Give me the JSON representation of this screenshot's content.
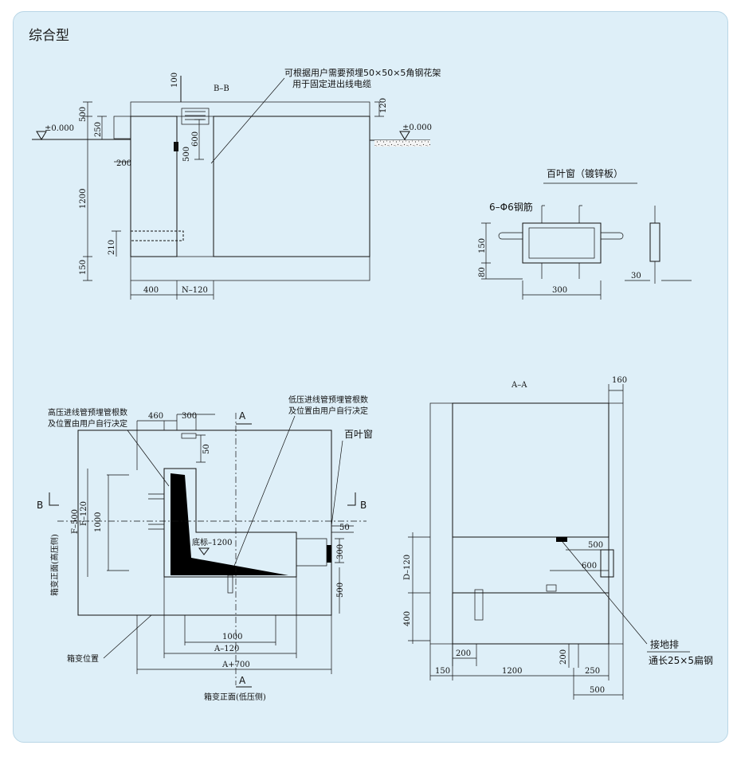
{
  "title": "综合型",
  "section_bb": {
    "label": "B–B",
    "note_line1": "可根据用户需要预埋50×50×5角钢花架",
    "note_line2": "用于固定进出线电缆",
    "level_left": "±0.000",
    "level_right": "±0.000",
    "dims": {
      "d100": "100",
      "d500": "500",
      "d250": "250",
      "d1200": "1200",
      "d200": "200",
      "d210": "210",
      "d150": "150",
      "d600": "600",
      "d500b": "500",
      "d120": "120",
      "d400": "400",
      "dN120": "N–120"
    }
  },
  "louver": {
    "title": "百叶窗（镀锌板）",
    "rebar": "6–Φ6钢筋",
    "d150": "150",
    "d80": "80",
    "d300": "300",
    "d30": "30"
  },
  "plan": {
    "note_left_1": "高压进线管预埋管根数",
    "note_left_2": "及位置由用户自行决定",
    "note_right_1": "低压进线管预埋管根数",
    "note_right_2": "及位置由用户自行决定",
    "louver_label": "百叶窗",
    "pit_label": "底标–1200",
    "box_label": "箱变位置",
    "front_high": "箱变正面(高压侧)",
    "front_low": "箱变正面(低压侧)",
    "A": "A",
    "B": "B",
    "dims": {
      "d460": "460",
      "d300": "300",
      "d50": "50",
      "dF500": "F–500",
      "dF120": "F–120",
      "d1000v": "1000",
      "d50b": "50",
      "d300b": "300",
      "d500": "500",
      "d1000": "1000",
      "dA120": "A–120",
      "dA700": "A+700"
    }
  },
  "section_aa": {
    "label": "A–A",
    "ground_label": "接地排",
    "ground_steel": "通长25×5扁钢",
    "dims": {
      "d160": "160",
      "d500": "500",
      "d600": "600",
      "dD120": "D–120",
      "d400": "400",
      "d200": "200",
      "d200b": "200",
      "d150": "150",
      "d1200": "1200",
      "d250": "250",
      "d500b": "500"
    }
  }
}
